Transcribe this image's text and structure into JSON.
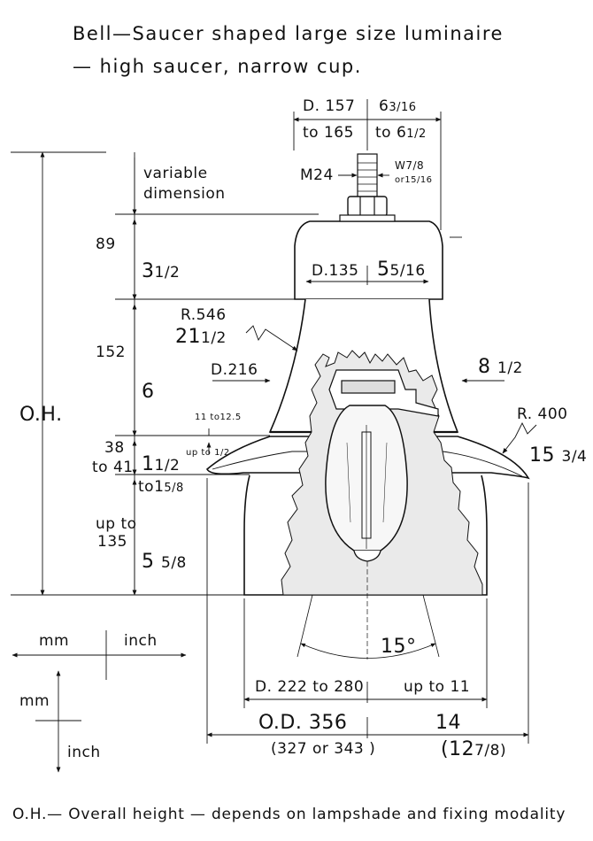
{
  "title": {
    "line1": "Bell—Saucer shaped large size luminaire",
    "line2": "— high saucer, narrow cup."
  },
  "dims": {
    "top_d_mm_a": "D. 157",
    "top_d_mm_b": "to 165",
    "top_d_in_a": "6",
    "top_d_in_a_frac": "3/16",
    "top_d_in_b": "to 6",
    "top_d_in_b_frac": "1/2",
    "variable_1": "variable",
    "variable_2": "dimension",
    "thread": "M24",
    "wrench_1": "W7/8",
    "wrench_2": "or15/16",
    "cap_h_mm": "89",
    "cap_h_in": "3",
    "cap_h_in_frac": "1/2",
    "cap_d_mm": "D.135",
    "cap_d_in": "5",
    "cap_d_in_frac": "5/16",
    "bell_r_mm": "R.546",
    "bell_r_in": "21",
    "bell_r_in_frac": "1/2",
    "bell_h_mm": "152",
    "bell_h_in": "6",
    "neck_d_mm": "D.216",
    "neck_d_in": "8",
    "neck_d_in_frac": "1/2",
    "oh": "O.H.",
    "gap_mm": "11 to12.5",
    "gap_in": "up to",
    "gap_in_frac": "1/2",
    "saucer_r_mm": "R. 400",
    "saucer_r_in": "15",
    "saucer_r_in_frac": "3/4",
    "saucer_h_mm_a": "38",
    "saucer_h_mm_b": "to 41",
    "saucer_h_in_a": "1",
    "saucer_h_in_a_frac": "1/2",
    "saucer_h_in_b": "to1",
    "saucer_h_in_b_frac": "5/8",
    "cup_h_mm_a": "up to",
    "cup_h_mm_b": "135",
    "cup_h_in": "5",
    "cup_h_in_frac": "5/8",
    "angle": "15°",
    "cup_d_mm": "D. 222 to 280",
    "cup_d_in": "up to 11",
    "od_mm": "O.D. 356",
    "od_in": "14",
    "od_mm_alt": "(327 or 343 )",
    "od_in_alt": "(12",
    "od_in_alt_frac": "7/8)"
  },
  "legend": {
    "mm_h": "mm",
    "inch_h": "inch",
    "mm_v": "mm",
    "inch_v": "inch"
  },
  "footer": "O.H.— Overall height — depends on lampshade and fixing modality"
}
